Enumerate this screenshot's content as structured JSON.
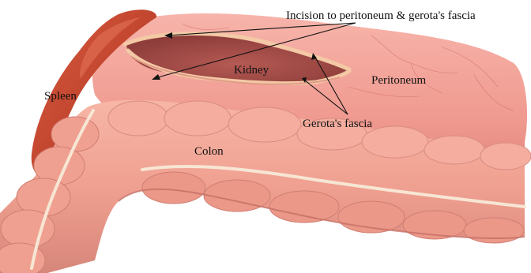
{
  "figure": {
    "labels": {
      "incision": "Incision to peritoneum & gerota's fascia",
      "kidney": "Kidney",
      "peritoneum": "Peritoneum",
      "spleen": "Spleen",
      "gerotas_fascia": "Gerota's fascia",
      "colon": "Colon"
    }
  },
  "colors": {
    "peritoneum": "#f1a39a",
    "peritoneum_shadow": "#d97c74",
    "spleen": "#c9452f",
    "spleen_dark": "#8f2a1b",
    "colon": "#f0a596",
    "colon_shadow": "#cf7d71",
    "colon_band": "#f6e4d2",
    "kidney_cavity": "#a84f4b",
    "incision_edge": "#f3c9a6",
    "vessels": "#c9605c",
    "leader_lines": "#111111"
  }
}
